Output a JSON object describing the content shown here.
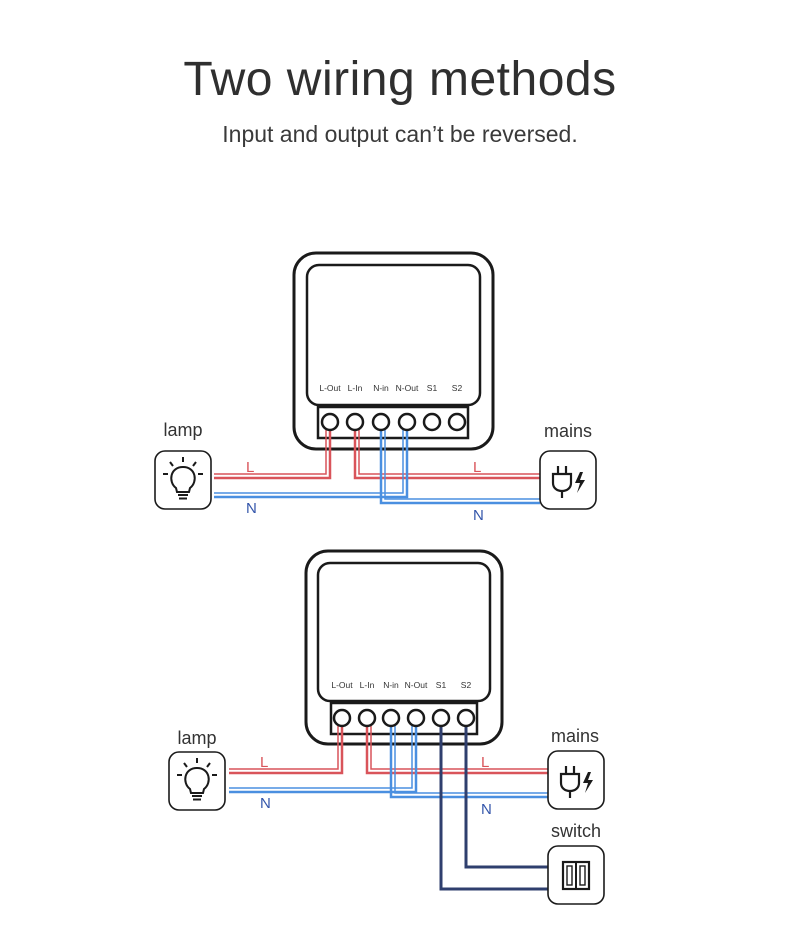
{
  "header": {
    "title": "Two wiring methods",
    "subtitle": "Input and output can’t be reversed."
  },
  "diagram1": {
    "terminals": [
      "L-Out",
      "L-In",
      "N-in",
      "N-Out",
      "S1",
      "S2"
    ],
    "lamp_label": "lamp",
    "mains_label": "mains",
    "wire_labels": {
      "live_left": "L",
      "neutral_left": "N",
      "live_right": "L",
      "neutral_right": "N"
    }
  },
  "diagram2": {
    "terminals": [
      "L-Out",
      "L-In",
      "N-in",
      "N-Out",
      "S1",
      "S2"
    ],
    "lamp_label": "lamp",
    "mains_label": "mains",
    "switch_label": "switch",
    "wire_labels": {
      "live_left": "L",
      "neutral_left": "N",
      "live_right": "L",
      "neutral_right": "N"
    }
  },
  "colors": {
    "live": "#d9545a",
    "neutral": "#4a8fe0",
    "switch_wire": "#2f3f6e",
    "outline": "#1a1a1a"
  },
  "icons": {
    "lamp": "lightbulb-icon",
    "mains": "plug-icon",
    "switch": "wall-switch-icon"
  }
}
